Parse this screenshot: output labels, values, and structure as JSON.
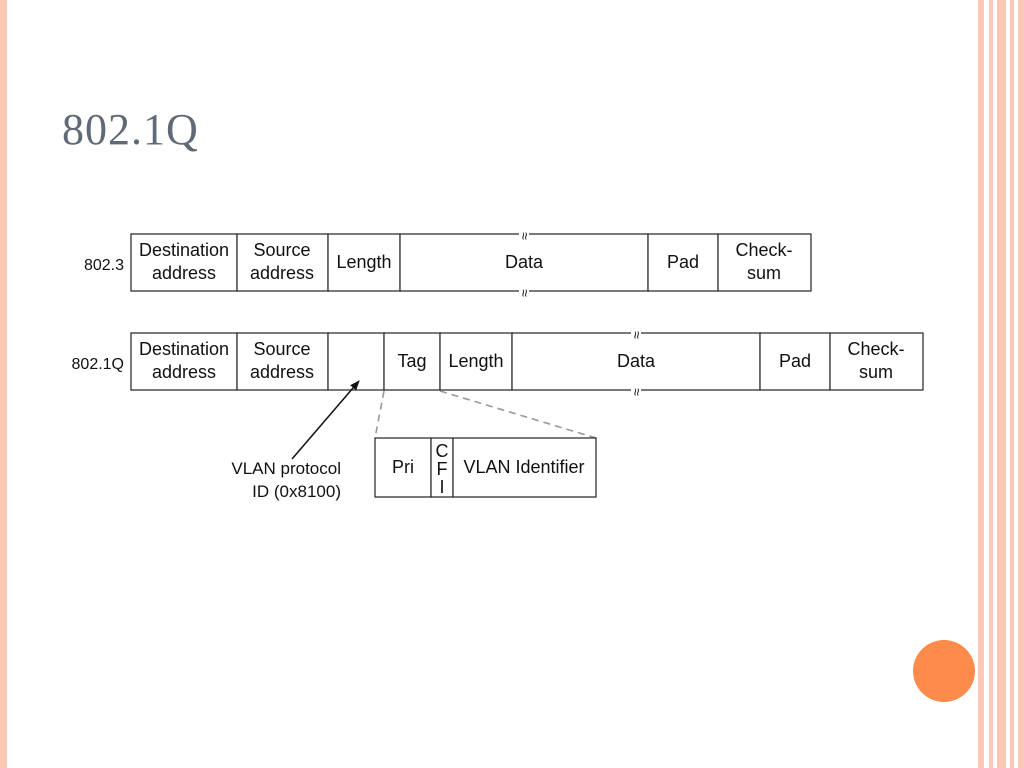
{
  "slide": {
    "title": "802.1Q",
    "accent_colors": {
      "decor_bar": "#f9c9b6",
      "circle": "#fd8b4b",
      "title": "#5f6a76"
    }
  },
  "diagram": {
    "frame_8023": {
      "label": "802.3",
      "fields": [
        {
          "line1": "Destination",
          "line2": "address"
        },
        {
          "line1": "Source",
          "line2": "address"
        },
        {
          "line1": "Length"
        },
        {
          "line1": "Data"
        },
        {
          "line1": "Pad"
        },
        {
          "line1": "Check-",
          "line2": "sum"
        }
      ]
    },
    "frame_8021q": {
      "label": "802.1Q",
      "fields": [
        {
          "line1": "Destination",
          "line2": "address"
        },
        {
          "line1": "Source",
          "line2": "address"
        },
        {
          "line1": ""
        },
        {
          "line1": "Tag"
        },
        {
          "line1": "Length"
        },
        {
          "line1": "Data"
        },
        {
          "line1": "Pad"
        },
        {
          "line1": "Check-",
          "line2": "sum"
        }
      ]
    },
    "tag_detail": {
      "fields": [
        {
          "line1": "Pri"
        },
        {
          "line1": "C",
          "line2": "F",
          "line3": "I"
        },
        {
          "line1": "VLAN Identifier"
        }
      ]
    },
    "callout": {
      "line1": "VLAN protocol",
      "line2": "ID (0x8100)"
    },
    "break_mark": "≈"
  }
}
